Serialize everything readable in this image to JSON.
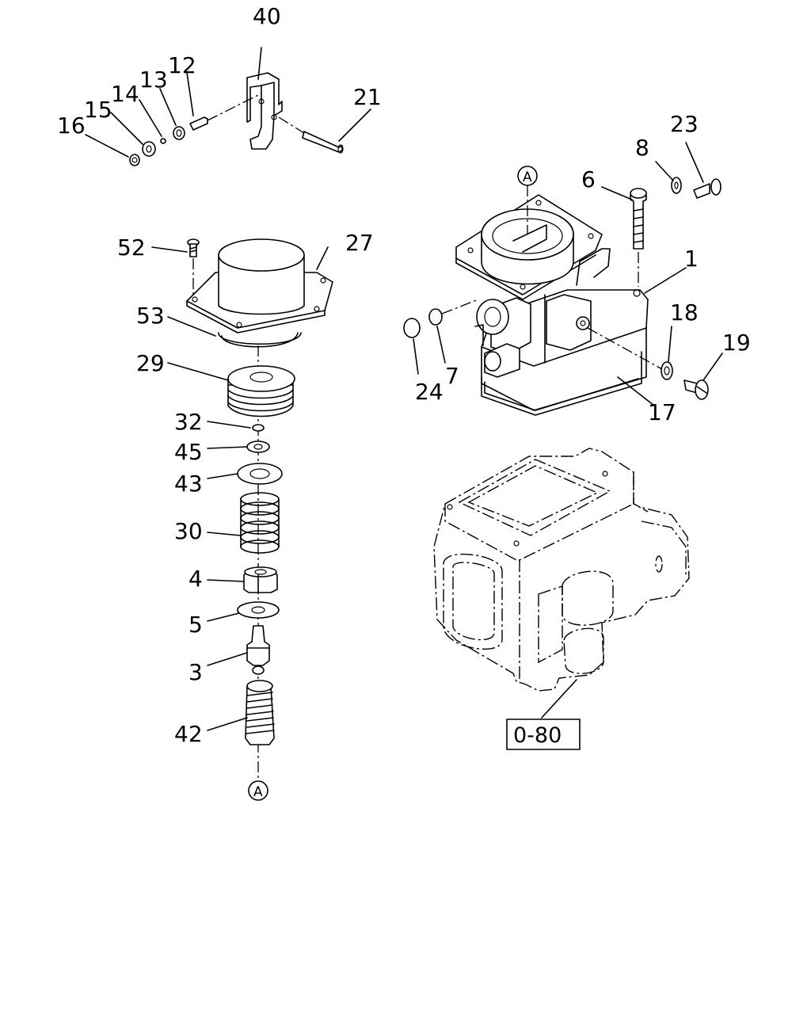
{
  "diagram": {
    "labels": {
      "p40": "40",
      "p12": "12",
      "p13": "13",
      "p14": "14",
      "p15": "15",
      "p16": "16",
      "p21": "21",
      "p23": "23",
      "p8": "8",
      "p6": "6",
      "p1": "1",
      "p18": "18",
      "p19": "19",
      "p17": "17",
      "p24": "24",
      "p7": "7",
      "p52": "52",
      "p27": "27",
      "p53": "53",
      "p29": "29",
      "p32": "32",
      "p45": "45",
      "p43": "43",
      "p30": "30",
      "p4": "4",
      "p5": "5",
      "p3": "3",
      "p42": "42"
    },
    "markers": {
      "top": "A",
      "bottom": "A"
    },
    "reference": "0-80"
  }
}
